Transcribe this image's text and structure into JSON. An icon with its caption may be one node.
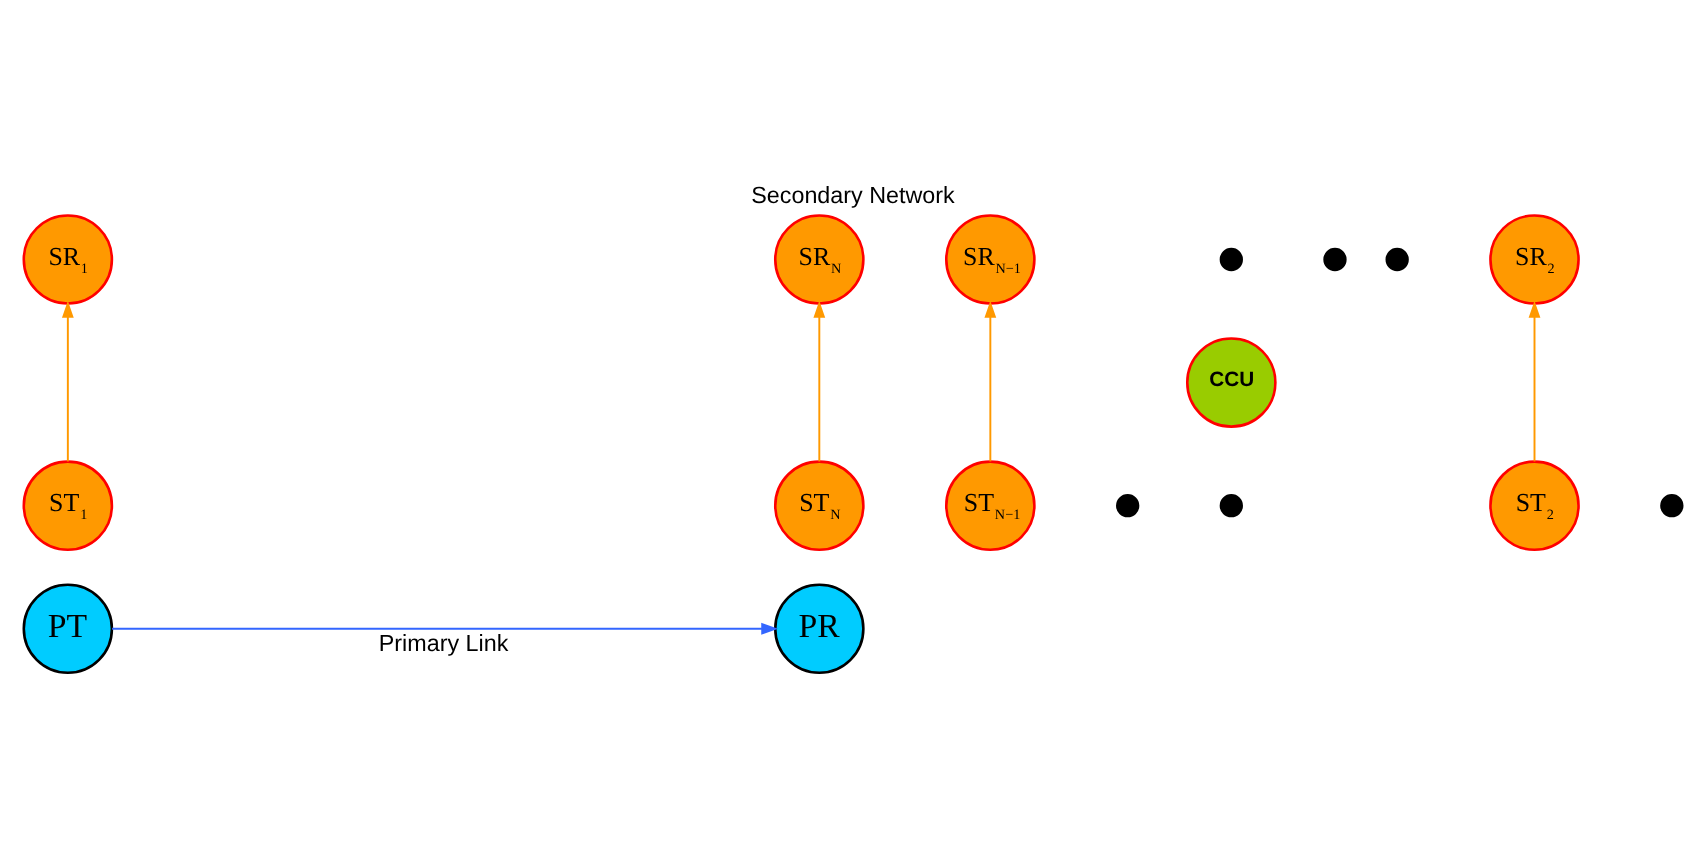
{
  "diagram": {
    "title": "Secondary Network",
    "nodes": [
      {
        "text": [
          "SR$_{1}$"
        ]
      },
      {
        "text": [
          "SR$_{2}$"
        ]
      },
      {
        "text": [],
        "shape": "dot"
      },
      {
        "text": [],
        "shape": "dot"
      },
      {
        "text": [],
        "shape": "dot"
      },
      {
        "text": [
          "SR$_{N−1}$"
        ]
      },
      {
        "text": [
          "SR$_{N}$"
        ]
      },
      {
        "text": [
          "CCU"
        ]
      },
      {
        "text": [
          "ST$_{1}$"
        ]
      },
      {
        "text": [
          "ST$_{2}$"
        ]
      },
      {
        "text": [],
        "shape": "dot"
      },
      {
        "text": [],
        "shape": "dot"
      },
      {
        "text": [],
        "shape": "dot"
      },
      {
        "text": [
          "ST$_{N−1}$"
        ]
      },
      {
        "text": [
          "ST$_{N}$"
        ]
      },
      {
        "text": [
          "PT"
        ]
      },
      {
        "text": [
          "PR"
        ]
      }
    ],
    "edges": [
      {
        "from": 8,
        "to": 0,
        "arrow": "to"
      },
      {
        "from": 9,
        "to": 1,
        "arrow": "to"
      },
      {
        "from": 13,
        "to": 5,
        "arrow": "to"
      },
      {
        "from": 14,
        "to": 6,
        "arrow": "to"
      },
      {
        "from": 15,
        "to": 16,
        "arrow": "to",
        "label": "Primary Link",
        "color": "#3366ff"
      }
    ]
  }
}
